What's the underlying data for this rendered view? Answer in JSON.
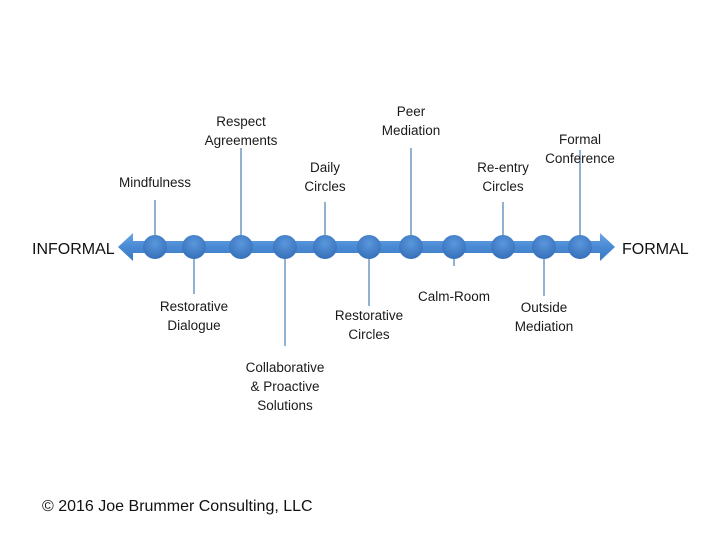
{
  "diagram": {
    "title": "Continuum of Restorative Practices",
    "left_end_label": "INFORMAL",
    "right_end_label": "FORMAL",
    "arrow_color": "#4a8cd6",
    "node_color": "#4079c4",
    "connector_color": "#4a7fb5",
    "nodes": [
      {
        "label": [
          "Mindfulness"
        ],
        "side": "above"
      },
      {
        "label": [
          "Restorative",
          "Dialogue"
        ],
        "side": "below"
      },
      {
        "label": [
          "Respect",
          "Agreements"
        ],
        "side": "above"
      },
      {
        "label": [
          "Collaborative",
          "& Proactive",
          "Solutions"
        ],
        "side": "below"
      },
      {
        "label": [
          "Daily",
          "Circles"
        ],
        "side": "above"
      },
      {
        "label": [
          "Restorative",
          "Circles"
        ],
        "side": "below"
      },
      {
        "label": [
          "Peer",
          "Mediation"
        ],
        "side": "above"
      },
      {
        "label": [
          "Calm-Room"
        ],
        "side": "below"
      },
      {
        "label": [
          "Re-entry",
          "Circles"
        ],
        "side": "above"
      },
      {
        "label": [
          "Outside",
          "Mediation"
        ],
        "side": "below"
      },
      {
        "label": [
          "Formal",
          "Conference"
        ],
        "side": "above"
      }
    ]
  },
  "footer": {
    "copyright": "© 2016 Joe Brummer Consulting, LLC"
  }
}
